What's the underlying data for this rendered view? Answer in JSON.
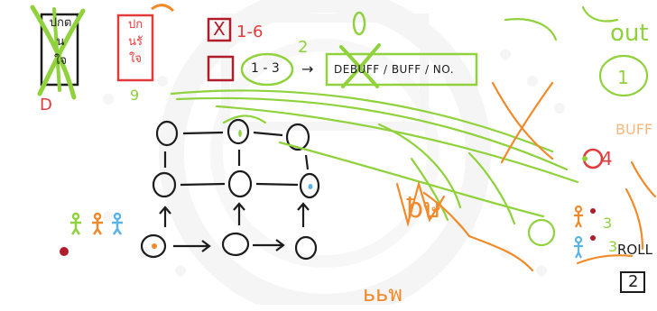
{
  "colors": {
    "ink": "#1c1c1c",
    "red": "#e23b3b",
    "darkred": "#b01c2a",
    "green": "#8fd23c",
    "orange": "#f08a2a",
    "blue": "#5ab4e6",
    "watermark": "#e6e6e6"
  },
  "left_card": {
    "lines": [
      "ปกต",
      "น",
      "ใจ"
    ],
    "caption": "D"
  },
  "right_card": {
    "lines": [
      "ปก",
      "นรั",
      "ใจ"
    ],
    "caption": "9"
  },
  "checkbox_rows": [
    {
      "mark": "X",
      "text": "1-6"
    },
    {
      "mark": "",
      "text": ""
    }
  ],
  "range_circle": {
    "text": "1 - 3",
    "superscript": "2"
  },
  "arrow_symbol": "→",
  "effect_box": {
    "text": "DEBUFF / BUFF / NO."
  },
  "grid_nodes": "○",
  "doodles": {
    "bottom_word": "ььพ",
    "center_word": "ƀษ",
    "top_right_word": "out",
    "top_right_number": "1",
    "right_debuff": "BUFF",
    "right_number": "4",
    "right_threes": [
      "3",
      "3"
    ],
    "right_roll": "ROLL",
    "bottom_right_box": "2"
  }
}
